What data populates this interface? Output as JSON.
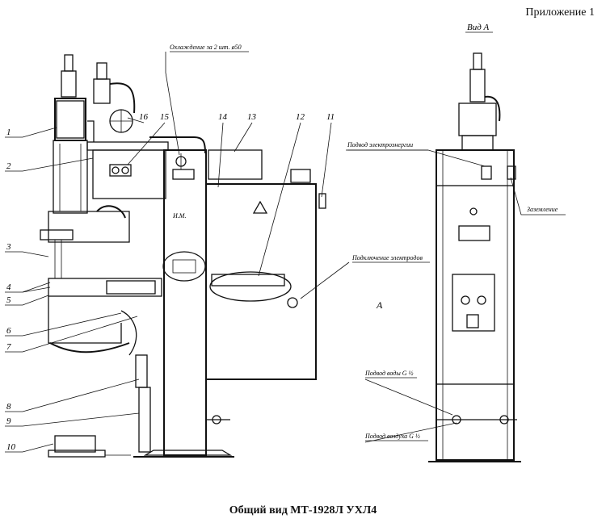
{
  "header": {
    "appendix": "Приложение 1"
  },
  "caption": "Общий вид МТ-1928Л  УХЛ4",
  "view_label": "Вид А",
  "view_marker": "А",
  "annotations": {
    "cooling": "Охлаждение за 2 шт. ø50",
    "power_supply": "Подвод электроэнергии",
    "grounding": "Заземление",
    "electrode_connection": "Подключение электродов",
    "water_supply": "Подвод воды G ½",
    "air_supply": "Подвод воздуха G ½",
    "im": "И.М."
  },
  "callouts": [
    "1",
    "2",
    "3",
    "4",
    "5",
    "6",
    "7",
    "8",
    "9",
    "10",
    "11",
    "12",
    "13",
    "14",
    "15",
    "16"
  ]
}
